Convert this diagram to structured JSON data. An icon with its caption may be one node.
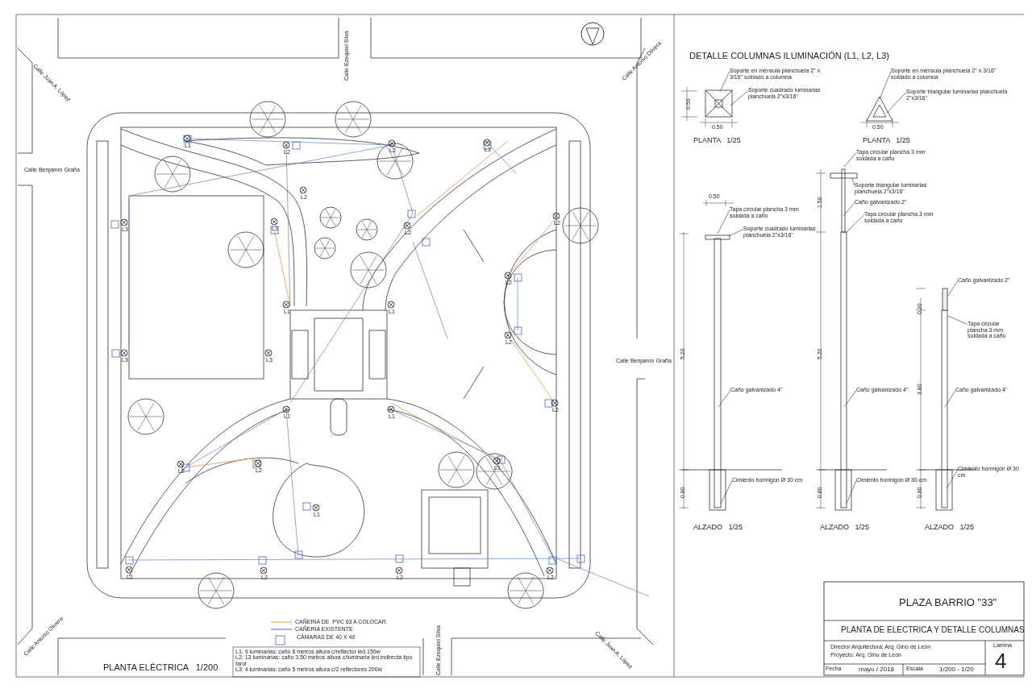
{
  "diagram": {
    "nodes": [
      {
        "text": [
          "Soporte en ménsula planchuela 2\" x 3/16\" soldado a columna"
        ]
      },
      {
        "text": [
          "Soporte cuadrado luminarias planchuela 2\"x3/16\""
        ]
      },
      {
        "text": [
          "Soporte en ménsula planchuela 2\" x 3/16\" soldado a columna"
        ]
      },
      {
        "text": [
          "Soporte triangular luminarias planchuela 2\"x3/16\""
        ]
      },
      {
        "text": [
          "Tapa circular plancha 3 mm soldada a caño"
        ]
      },
      {
        "text": [
          "Soporte cuadrado luminarias planchuela 2\"x3/16\""
        ]
      },
      {
        "text": [
          "Caño galvanizado 4\""
        ]
      },
      {
        "text": [
          "Cimiento hormigón Ø 30 cm"
        ]
      },
      {
        "text": [
          "Tapa circular plancha 3 mm soldada a caño"
        ]
      },
      {
        "text": [
          "Soporte triangular luminarias planchuela 2\"x3/16\""
        ]
      },
      {
        "text": [
          "Caño galvanizado 2\""
        ]
      },
      {
        "text": [
          "Tapa circular plancha 3 mm soldada a caño"
        ]
      },
      {
        "text": [
          "Caño galvanizado 4\""
        ]
      },
      {
        "text": [
          "Cimiento hormigón Ø 30 cm"
        ]
      },
      {
        "text": [
          "Caño galvanizado 2\""
        ]
      },
      {
        "text": [
          "Tapa circular plancha 3 mm soldada a caño"
        ]
      },
      {
        "text": [
          "Caño galvanizado 4\""
        ]
      },
      {
        "text": [
          "Cimiento hormigón Ø 30 cm"
        ]
      }
    ],
    "edges": [
      {
        "from": 0,
        "to": null,
        "arrow": "none"
      },
      {
        "from": 1,
        "to": null,
        "arrow": "none"
      },
      {
        "from": 2,
        "to": null,
        "arrow": "none"
      },
      {
        "from": 3,
        "to": null,
        "arrow": "none"
      },
      {
        "from": 4,
        "to": null,
        "arrow": "none"
      },
      {
        "from": 5,
        "to": null,
        "arrow": "none"
      },
      {
        "from": 6,
        "to": null,
        "arrow": "none"
      },
      {
        "from": 7,
        "to": null,
        "arrow": "none"
      },
      {
        "from": 8,
        "to": null,
        "arrow": "none"
      },
      {
        "from": 9,
        "to": null,
        "arrow": "none"
      },
      {
        "from": 10,
        "to": null,
        "arrow": "none"
      },
      {
        "from": 11,
        "to": null,
        "arrow": "none"
      },
      {
        "from": 12,
        "to": null,
        "arrow": "none"
      },
      {
        "from": 13,
        "to": null,
        "arrow": "none"
      },
      {
        "from": 14,
        "to": null,
        "arrow": "none"
      },
      {
        "from": 15,
        "to": null,
        "arrow": "none"
      },
      {
        "from": 16,
        "to": null,
        "arrow": "none"
      },
      {
        "from": 17,
        "to": null,
        "arrow": "none"
      }
    ],
    "labels": [
      "Calle Juan A. López",
      "Calle Ezequiel Silva",
      "Calle Antonio Olivera",
      "DETALLE COLUMNAS ILUMINACIÓN (L1, L2, L3)",
      "0.50",
      "0.50",
      "0.50",
      "PLANTA   1/25",
      "PLANTA   1/25",
      "Calle Benjamín Graña",
      "L1",
      "L1",
      "L2",
      "L2",
      "L2",
      "L2",
      "L3",
      "L3",
      "L2",
      "L2",
      "L1",
      "L1",
      "L2",
      "L3",
      "L3",
      "L2",
      "L1",
      "L1",
      "L1",
      "L2",
      "L2",
      "L1",
      "L1",
      "L2",
      "L2",
      "L2",
      "0.50",
      "1.50",
      "Calle Benjamín Graña",
      "5.20",
      "5.20",
      "0.20",
      "3.80",
      "0.80",
      "0.80",
      "0.80",
      "ALZADO   1/25",
      "ALZADO   1/25",
      "ALZADO   1/25",
      "PLAZA BARRIO \"33\"",
      "PLANTA DE ELECTRICA Y DETALLE COLUMNAS",
      "Calle Antonio Olivera",
      "Calle Juan A. López",
      "L1: 9 luminarias: caño 6 metros altura c/reflector led 150w",
      "L2: 13 luminarias: caño 3.50 metros altura c/luminaria led indirecta tipo farol",
      "L3: 4 luminarias: caño 5 metros altura c/2 reflectores 200w",
      "Calle Ezequiel Silva",
      "Director Arquitectura: Arq. Gino de León",
      "Proyecto: Arq. Gino de León",
      "Lamina",
      "4",
      "PLANTA ELÉCTRICA   1/200",
      "Fecha",
      "mayo / 2018",
      "Escala",
      "1/200 - 1/20"
    ],
    "legend": [
      {
        "text": "CAÑERIA DE  PVC 63 A COLOCAR"
      },
      {
        "text": "CAÑERIA EXISTENTE"
      },
      {
        "text": "CÁMARAS DE 40 X 40"
      }
    ]
  }
}
